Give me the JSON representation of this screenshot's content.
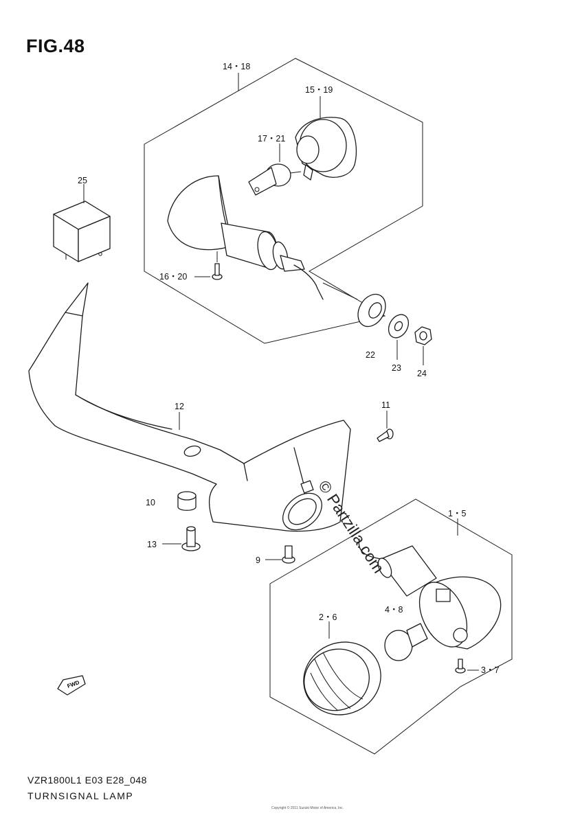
{
  "figure": {
    "title": "FIG.48",
    "model_code": "VZR1800L1 E03 E28_048",
    "section_title": "TURNSIGNAL LAMP",
    "footer_small": "Copyright © 2011 Suzuki Motor of America, Inc.",
    "watermark": "© Partzilla.com",
    "fwd_label": "FWD"
  },
  "callouts": {
    "c14_18": "14・18",
    "c15_19": "15・19",
    "c17_21": "17・21",
    "c16_20": "16・20",
    "c25": "25",
    "c22": "22",
    "c23": "23",
    "c24": "24",
    "c12": "12",
    "c11": "11",
    "c10": "10",
    "c13": "13",
    "c9": "9",
    "c1_5": "1・5",
    "c4_8": "4・8",
    "c2_6": "2・6",
    "c3_7": "3・7"
  }
}
